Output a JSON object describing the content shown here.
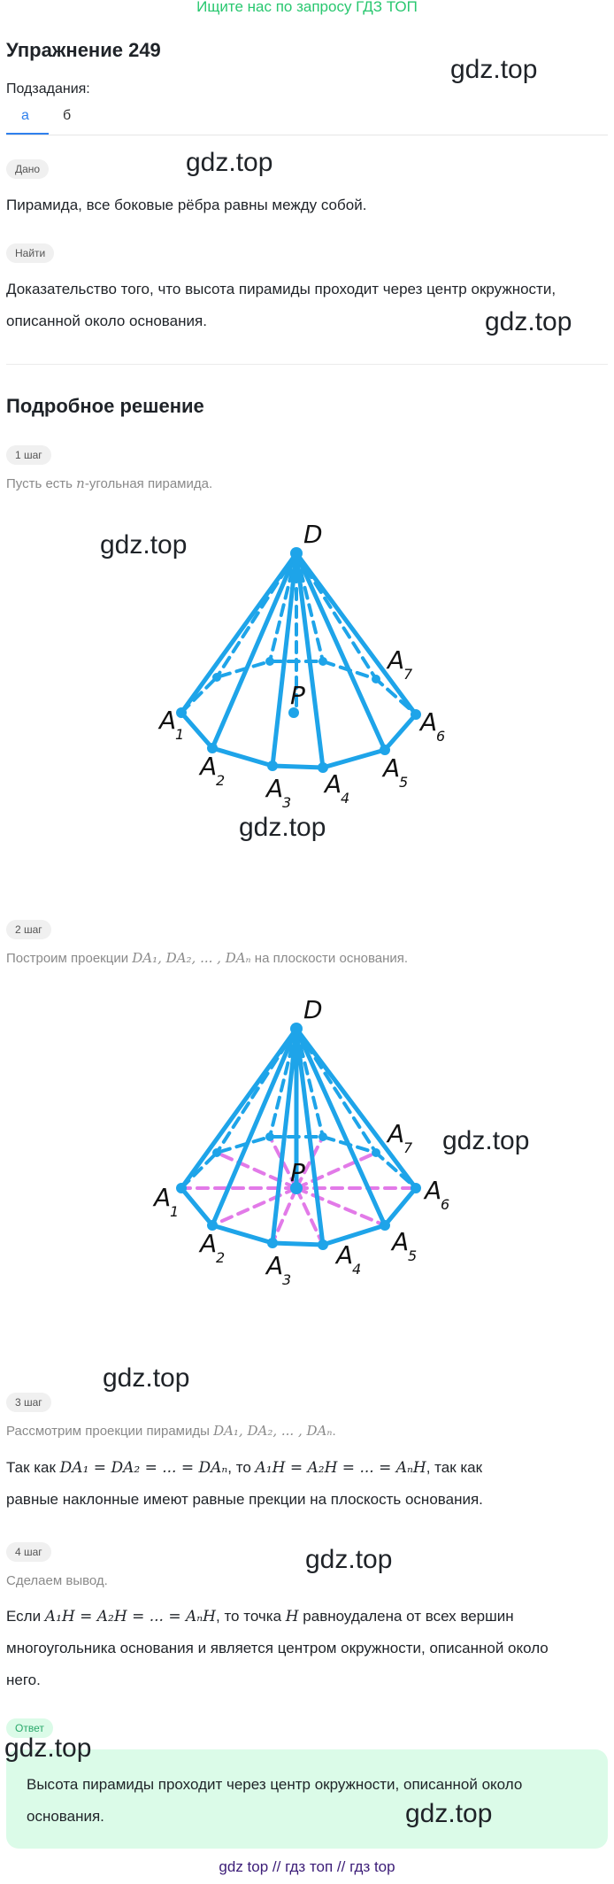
{
  "topbar": "Ищите нас по запросу ГДЗ ТОП",
  "title": "Упражнение 249",
  "subtasks_label": "Подзадания:",
  "tabs": [
    "а",
    "б"
  ],
  "given_pill": "Дано",
  "given_text": "Пирамида, все боковые рёбра равны между собой.",
  "find_pill": "Найти",
  "find_text_1": "Доказательство того, что высота пирамиды проходит через центр окружности,",
  "find_text_2": "описанной около основания.",
  "solution_title": "Подробное решение",
  "steps": [
    {
      "pill": "1 шаг",
      "text_pre": "Пусть есть ",
      "text_math": "n",
      "text_post": "-угольная пирамида."
    },
    {
      "pill": "2 шаг",
      "text_pre": "Построим проекции ",
      "text_math": "DA₁, DA₂, ... , DAₙ",
      "text_post": " на плоскости основания."
    },
    {
      "pill": "3 шаг",
      "text_pre": "Рассмотрим проекции пирамиды ",
      "text_math": "DA₁, DA₂, ... , DAₙ",
      "text_post": "."
    },
    {
      "pill": "4 шаг",
      "text": "Сделаем вывод."
    }
  ],
  "step3_line1_pre": "Так как ",
  "step3_line1_math1": "DA₁ = DA₂ = ... = DAₙ",
  "step3_line1_mid": ", то ",
  "step3_line1_math2": "A₁H = A₂H = ... = AₙH",
  "step3_line1_post": ", так как",
  "step3_line2": "равные наклонные имеют равные прекции на плоскость основания.",
  "step4_line1_pre": "Если ",
  "step4_line1_math": "A₁H = A₂H = ... = AₙH",
  "step4_line1_mid": ", то точка ",
  "step4_line1_math2": "H",
  "step4_line1_post": " равноудалена от всех вершин",
  "step4_line2": "многоугольника основания и является центром окружности, описанной около",
  "step4_line3": "него.",
  "answer_pill": "Ответ",
  "answer_line1": "Высота пирамиды проходит через центр окружности, описанной около",
  "answer_line2": "основания.",
  "watermark": "gdz.top",
  "footer": "gdz top  //  гдз топ  //  гдз top",
  "figure1_labels": {
    "apex": "D",
    "center": "P",
    "v1": "A",
    "s1": "1",
    "v2": "A",
    "s2": "2",
    "v3": "A",
    "s3": "3",
    "v4": "A",
    "s4": "4",
    "v5": "A",
    "s5": "5",
    "v6": "A",
    "s6": "6",
    "v7": "A",
    "s7": "7"
  },
  "figure2_labels": {
    "apex": "D",
    "center": "P",
    "v1": "A",
    "s1": "1",
    "v2": "A",
    "s2": "2",
    "v3": "A",
    "s3": "3",
    "v4": "A",
    "s4": "4",
    "v5": "A",
    "s5": "5",
    "v6": "A",
    "s6": "6",
    "v7": "A",
    "s7": "7"
  },
  "colors": {
    "accent": "#2f80ed",
    "edge": "#1ea4e9",
    "projection": "#e27ae8",
    "answer_bg": "#dbfbe8",
    "topbar": "#28c76f"
  }
}
